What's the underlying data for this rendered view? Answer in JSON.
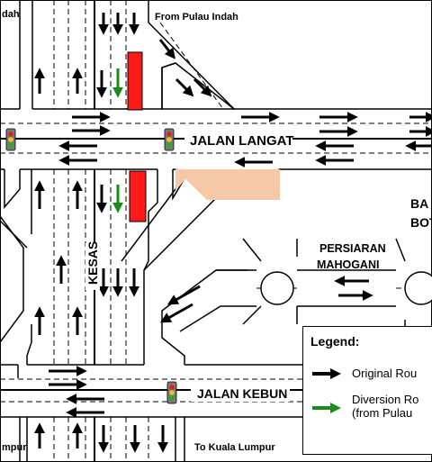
{
  "labels": {
    "from_pulau_indah": "From Pulau Indah",
    "top_left_partial": "dah",
    "jalan_langat": "JALAN LANGAT",
    "kesas": "KESAS",
    "persiaran": "PERSIARAN",
    "mahogani": "MAHOGANI",
    "jalan_kebun": "JALAN KEBUN",
    "bottom_left_partial": "mpur",
    "to_kuala_lumpur": "To Kuala Lumpur",
    "ba_partial": "BA",
    "bot_partial": "BOT"
  },
  "legend": {
    "title": "Legend:",
    "original_label": "Original Rou",
    "diversion_label_line1": "Diversion Ro",
    "diversion_label_line2": "(from Pulau"
  },
  "colors": {
    "original_route": "#000000",
    "diversion_route": "#1a8c1a",
    "closure": "#ff1a1a",
    "works_area": "#f5c8a8",
    "traffic_light": "#7a7a7a"
  },
  "icons": [
    "traffic-light-icon",
    "arrow-icon",
    "roundabout-icon"
  ]
}
